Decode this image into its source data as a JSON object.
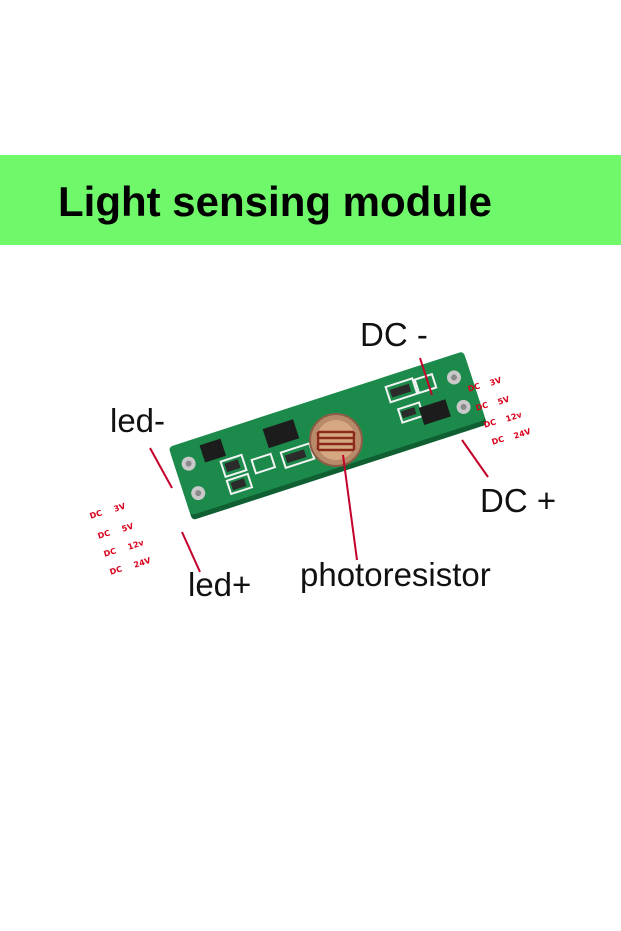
{
  "banner": {
    "title": "Light sensing module",
    "background_color": "#6ef86a"
  },
  "labels": {
    "dc_minus": "DC -",
    "dc_plus": "DC +",
    "led_minus": "led-",
    "led_plus": "led+",
    "photoresistor": "photoresistor"
  },
  "voltage_lists": {
    "right": [
      {
        "prefix": "DC",
        "value": "3V"
      },
      {
        "prefix": "DC",
        "value": "5V"
      },
      {
        "prefix": "DC",
        "value": "12v"
      },
      {
        "prefix": "DC",
        "value": "24V"
      }
    ],
    "left": [
      {
        "prefix": "DC",
        "value": "3V"
      },
      {
        "prefix": "DC",
        "value": "5V"
      },
      {
        "prefix": "DC",
        "value": "12v"
      },
      {
        "prefix": "DC",
        "value": "24V"
      }
    ]
  },
  "colors": {
    "pcb": "#1b8a4b",
    "pcb_dark": "#0f5f33",
    "silkscreen": "#f4f4f4",
    "pad": "#c9c9c9",
    "chip": "#1c1c1c",
    "voltage_text": "#d9001b"
  }
}
